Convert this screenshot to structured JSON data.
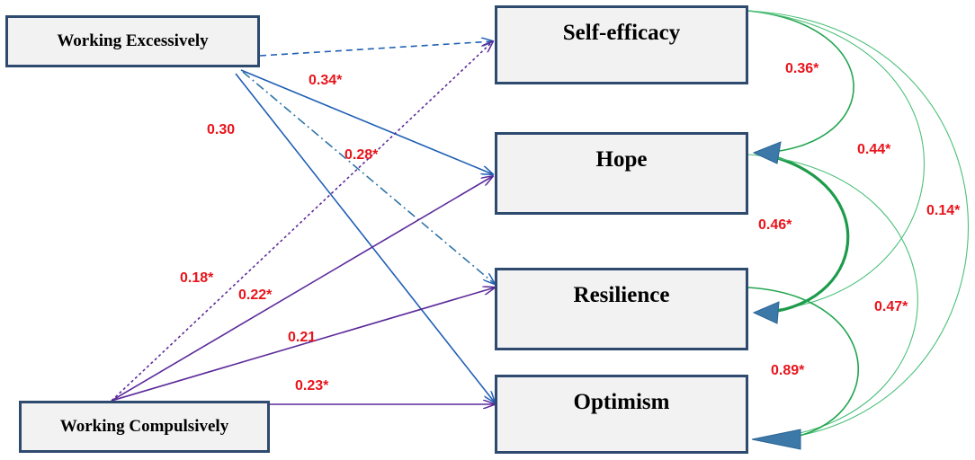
{
  "nodes": {
    "working_excessively": "Working Excessively",
    "working_compulsively": "Working Compulsively",
    "self_efficacy": "Self-efficacy",
    "hope": "Hope",
    "resilience": "Resilience",
    "optimism": "Optimism"
  },
  "paths": {
    "we_hope": "0.34*",
    "we_optimism": "0.30",
    "we_resilience": "0.28*",
    "wc_self_efficacy": "0.18*",
    "wc_hope": "0.22*",
    "wc_resilience": "0.21",
    "wc_optimism": "0.23*"
  },
  "correlations": {
    "self_efficacy_hope": "0.36*",
    "self_efficacy_resilience": "0.44*",
    "self_efficacy_optimism": "0.14*",
    "hope_resilience": "0.46*",
    "hope_optimism": "0.47*",
    "resilience_optimism": "0.89*"
  },
  "colors": {
    "we_paths": "#1f5fb4",
    "wc_paths": "#5b2a9a",
    "correlations": "#23a550",
    "coefficients": "#e8141b",
    "box_border": "#2e4a6e"
  }
}
